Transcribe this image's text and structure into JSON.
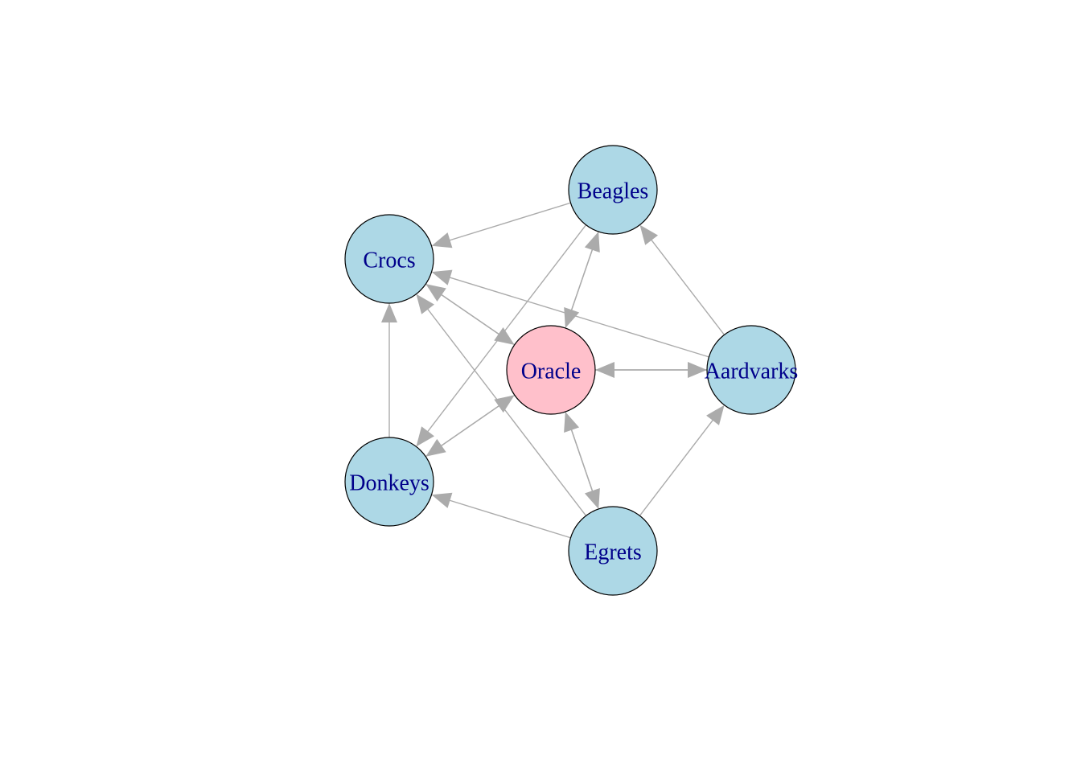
{
  "graph": {
    "colors": {
      "node_default": "#add8e6",
      "node_highlight": "#ffc0cb",
      "edge": "#ababab",
      "label": "#00008b",
      "border": "#000000"
    },
    "nodes": [
      {
        "id": "beagles",
        "label": "Beagles",
        "highlight": false
      },
      {
        "id": "crocs",
        "label": "Crocs",
        "highlight": false
      },
      {
        "id": "oracle",
        "label": "Oracle",
        "highlight": true
      },
      {
        "id": "aardvarks",
        "label": "Aardvarks",
        "highlight": false
      },
      {
        "id": "donkeys",
        "label": "Donkeys",
        "highlight": false
      },
      {
        "id": "egrets",
        "label": "Egrets",
        "highlight": false
      }
    ],
    "edges": [
      {
        "from": "beagles",
        "to": "crocs"
      },
      {
        "from": "aardvarks",
        "to": "crocs"
      },
      {
        "from": "aardvarks",
        "to": "beagles"
      },
      {
        "from": "donkeys",
        "to": "crocs"
      },
      {
        "from": "egrets",
        "to": "crocs"
      },
      {
        "from": "egrets",
        "to": "donkeys"
      },
      {
        "from": "egrets",
        "to": "aardvarks"
      },
      {
        "from": "beagles",
        "to": "donkeys"
      },
      {
        "from": "oracle",
        "to": "crocs"
      },
      {
        "from": "crocs",
        "to": "oracle"
      },
      {
        "from": "oracle",
        "to": "beagles"
      },
      {
        "from": "beagles",
        "to": "oracle"
      },
      {
        "from": "oracle",
        "to": "aardvarks"
      },
      {
        "from": "aardvarks",
        "to": "oracle"
      },
      {
        "from": "oracle",
        "to": "donkeys"
      },
      {
        "from": "donkeys",
        "to": "oracle"
      },
      {
        "from": "oracle",
        "to": "egrets"
      },
      {
        "from": "egrets",
        "to": "oracle"
      }
    ]
  }
}
